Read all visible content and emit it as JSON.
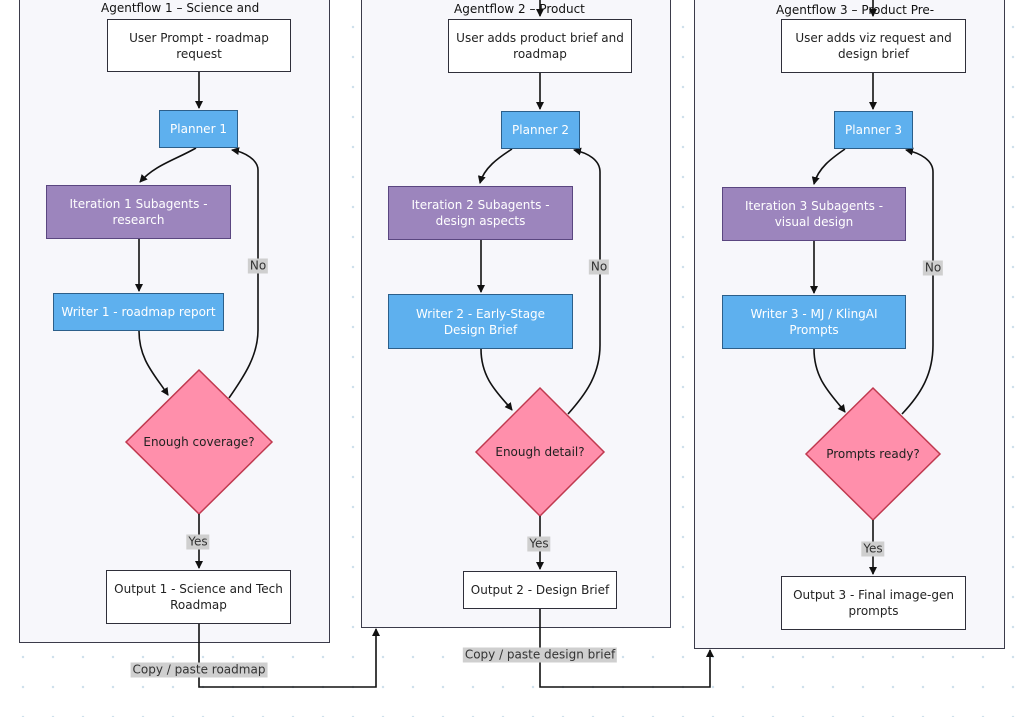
{
  "flows": [
    {
      "title": "Agentflow 1 – Science and",
      "input": "User Prompt - roadmap request",
      "planner": "Planner 1",
      "iteration": "Iteration 1 Subagents - research",
      "writer": "Writer 1 - roadmap report",
      "decision": "Enough coverage?",
      "no_label": "No",
      "yes_label": "Yes",
      "output": "Output 1 - Science and Tech Roadmap"
    },
    {
      "title": "Agentflow 2 – Product",
      "input": "User adds product brief and roadmap",
      "planner": "Planner 2",
      "iteration": "Iteration 2 Subagents - design aspects",
      "writer": "Writer 2 - Early-Stage Design Brief",
      "decision": "Enough detail?",
      "no_label": "No",
      "yes_label": "Yes",
      "output": "Output 2 - Design Brief"
    },
    {
      "title": "Agentflow 3 – Product Pre-",
      "input": "User adds viz request and design brief",
      "planner": "Planner 3",
      "iteration": "Iteration 3 Subagents - visual design",
      "writer": "Writer 3 - MJ / KlingAI Prompts",
      "decision": "Prompts ready?",
      "no_label": "No",
      "yes_label": "Yes",
      "output": "Output 3 - Final image-gen prompts"
    }
  ],
  "handoffs": [
    "Copy / paste roadmap",
    "Copy / paste design brief"
  ],
  "colors": {
    "planner_writer": "#5eb0ee",
    "iteration": "#9c85bd",
    "decision": "#ff8fab",
    "group_bg": "#f7f7fb"
  }
}
